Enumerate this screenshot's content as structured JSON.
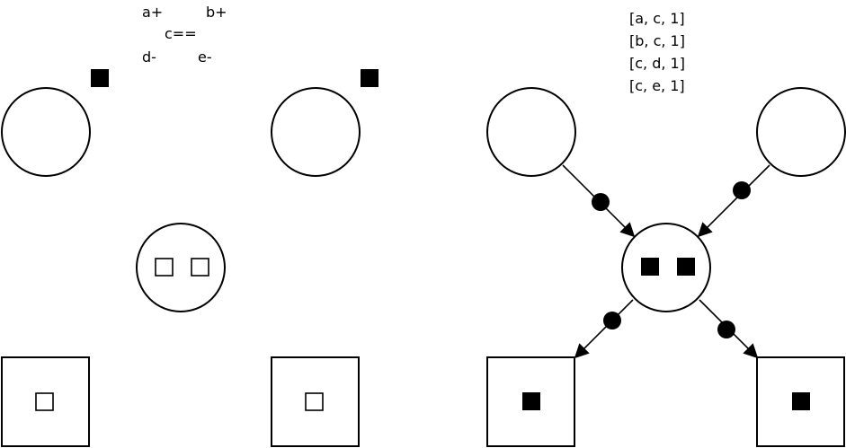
{
  "left_panel": {
    "rule_text": {
      "a_plus": "a+",
      "b_plus": "b+",
      "c_eq": "c==",
      "d_minus": "d-",
      "e_minus": "e-"
    }
  },
  "right_panel": {
    "match_list": [
      "[a, c, 1]",
      "[b, c, 1]",
      "[c, d, 1]",
      "[c, e, 1]"
    ]
  },
  "colors": {
    "stroke": "#000000",
    "fill": "#ffffff",
    "token": "#000000"
  }
}
